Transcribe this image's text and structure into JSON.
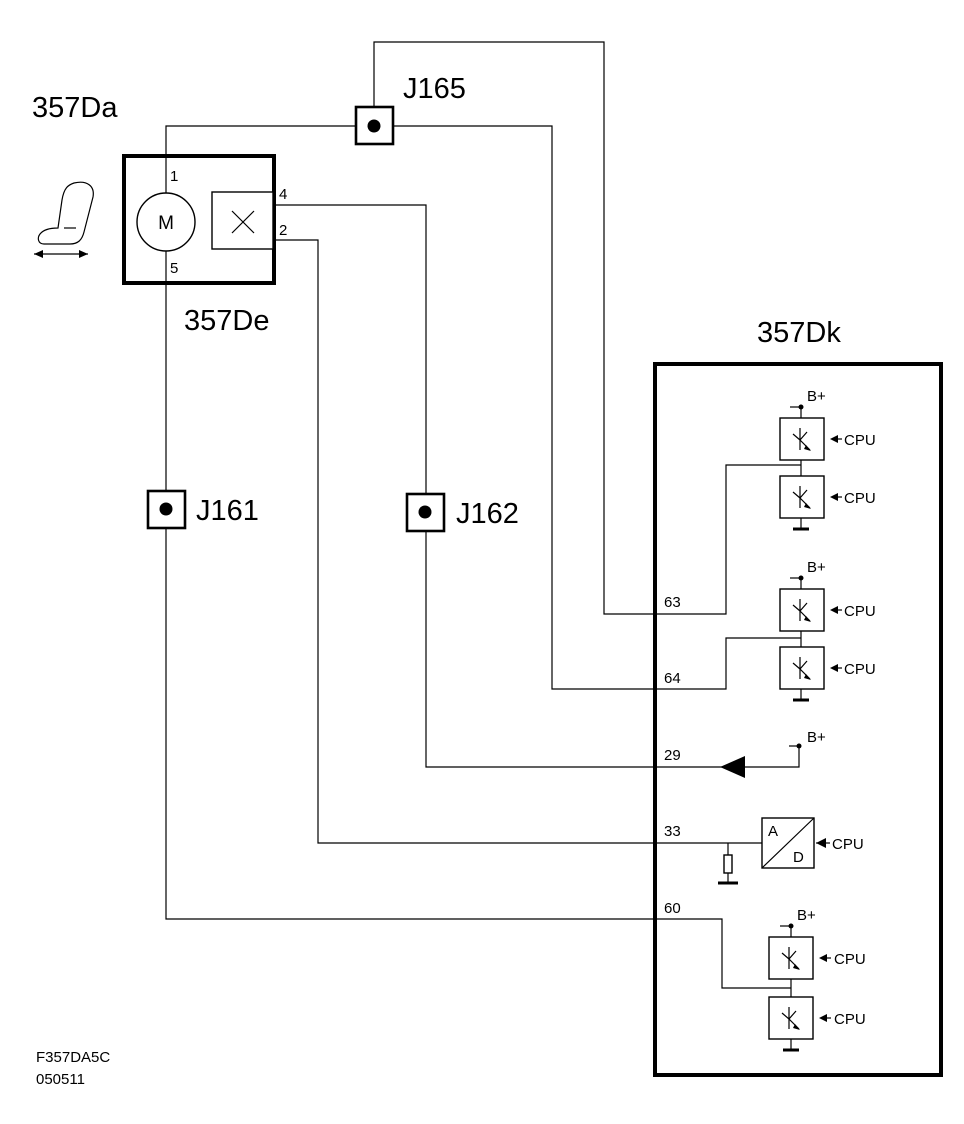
{
  "labels": {
    "seat_motor_unit": "357Da",
    "position_sensor": "357De",
    "control_module": "357Dk",
    "j165": "J165",
    "j161": "J161",
    "j162": "J162"
  },
  "motor": {
    "symbol": "M",
    "pin_top": "1",
    "pin_bottom": "5"
  },
  "sensor": {
    "pin_upper": "4",
    "pin_lower": "2"
  },
  "module_pins": {
    "p63": "63",
    "p64": "64",
    "p29": "29",
    "p33": "33",
    "p60": "60"
  },
  "module_text": {
    "supply": "B+",
    "cpu": "CPU",
    "ad_a": "A",
    "ad_d": "D"
  },
  "footer": {
    "code": "F357DA5C",
    "date": "050511"
  },
  "icons": {
    "seat": "seat-adjust-icon",
    "motor": "motor-symbol",
    "sensor": "cross-sensor-icon",
    "connector": "connector-icon",
    "switch": "transistor-switch-icon",
    "diode": "diode-arrow-icon",
    "adc": "ad-converter-icon",
    "resistor": "resistor-icon",
    "ground": "ground-icon"
  }
}
